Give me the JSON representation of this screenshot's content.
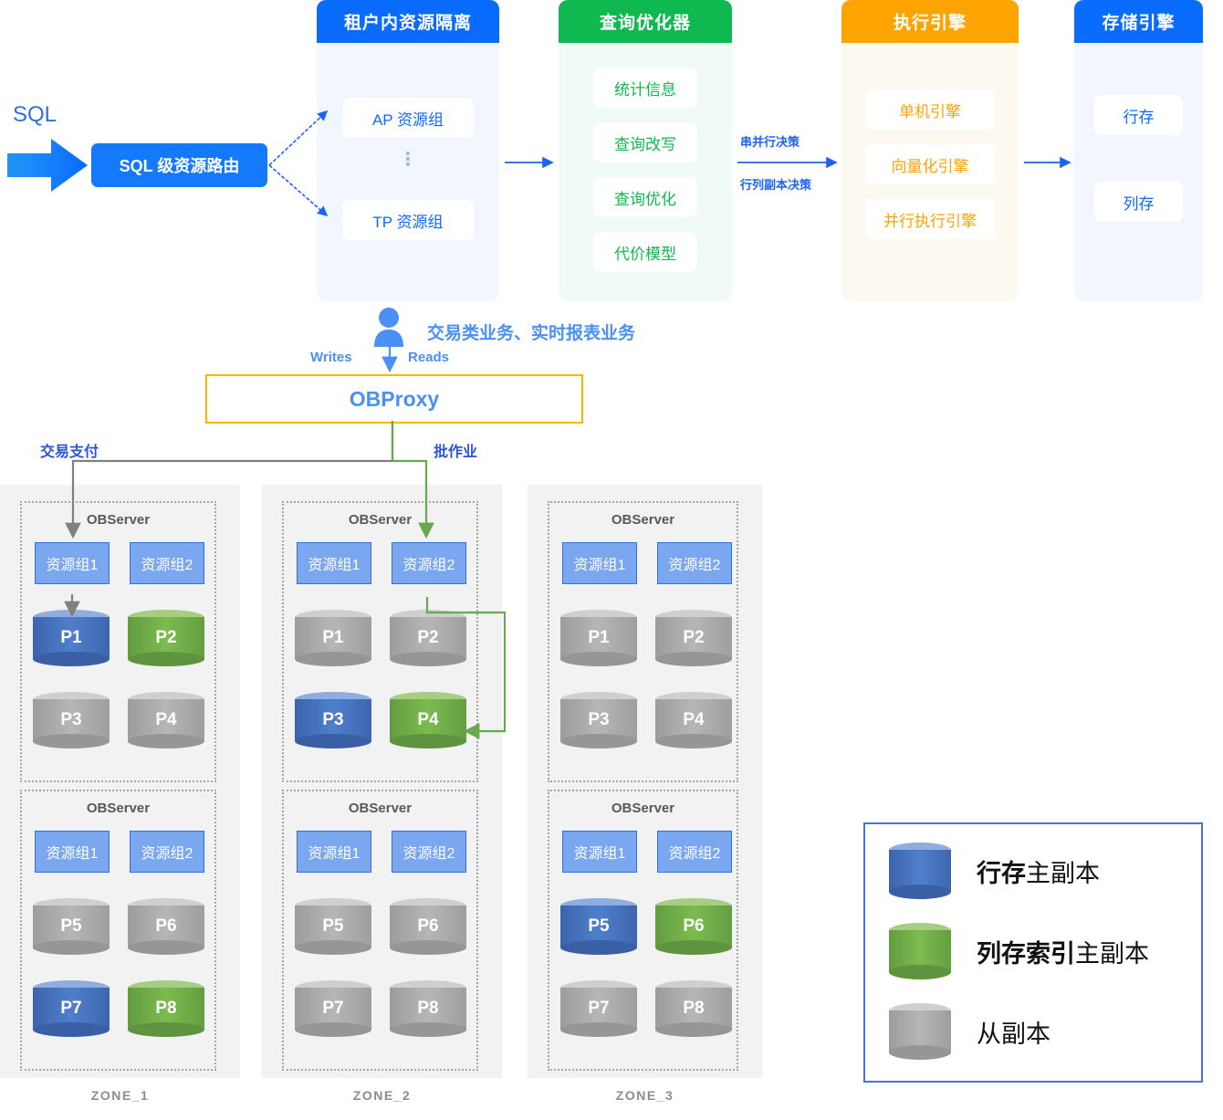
{
  "pipeline": {
    "sql_label": "SQL",
    "route_box": "SQL 级资源路由",
    "columns": [
      {
        "title": "租户内资源隔离",
        "items": [
          "AP 资源组",
          "TP 资源组"
        ],
        "ellipsis": "⋮"
      },
      {
        "title": "查询优化器",
        "items": [
          "统计信息",
          "查询改写",
          "查询优化",
          "代价模型"
        ]
      },
      {
        "title": "执行引擎",
        "items": [
          "单机引擎",
          "向量化引擎",
          "并行执行引擎"
        ]
      },
      {
        "title": "存储引擎",
        "items": [
          "行存",
          "列存"
        ]
      }
    ],
    "arrow_labels": {
      "top": "串并行决策",
      "bottom": "行列副本决策"
    }
  },
  "proxy": {
    "user_workload": "交易类业务、实时报表业务",
    "writes": "Writes",
    "reads": "Reads",
    "title": "OBProxy",
    "flow_left": "交易支付",
    "flow_right": "批作业"
  },
  "zones": [
    {
      "name": "ZONE_1",
      "servers": [
        {
          "title": "OBServer",
          "groups": [
            "资源组1",
            "资源组2"
          ],
          "partitions": [
            {
              "label": "P1",
              "color": "blue"
            },
            {
              "label": "P2",
              "color": "green"
            },
            {
              "label": "P3",
              "color": "gray"
            },
            {
              "label": "P4",
              "color": "gray"
            }
          ]
        },
        {
          "title": "OBServer",
          "groups": [
            "资源组1",
            "资源组2"
          ],
          "partitions": [
            {
              "label": "P5",
              "color": "gray"
            },
            {
              "label": "P6",
              "color": "gray"
            },
            {
              "label": "P7",
              "color": "blue"
            },
            {
              "label": "P8",
              "color": "green"
            }
          ]
        }
      ]
    },
    {
      "name": "ZONE_2",
      "servers": [
        {
          "title": "OBServer",
          "groups": [
            "资源组1",
            "资源组2"
          ],
          "partitions": [
            {
              "label": "P1",
              "color": "gray"
            },
            {
              "label": "P2",
              "color": "gray"
            },
            {
              "label": "P3",
              "color": "blue"
            },
            {
              "label": "P4",
              "color": "green"
            }
          ]
        },
        {
          "title": "OBServer",
          "groups": [
            "资源组1",
            "资源组2"
          ],
          "partitions": [
            {
              "label": "P5",
              "color": "gray"
            },
            {
              "label": "P6",
              "color": "gray"
            },
            {
              "label": "P7",
              "color": "gray"
            },
            {
              "label": "P8",
              "color": "gray"
            }
          ]
        }
      ]
    },
    {
      "name": "ZONE_3",
      "servers": [
        {
          "title": "OBServer",
          "groups": [
            "资源组1",
            "资源组2"
          ],
          "partitions": [
            {
              "label": "P1",
              "color": "gray"
            },
            {
              "label": "P2",
              "color": "gray"
            },
            {
              "label": "P3",
              "color": "gray"
            },
            {
              "label": "P4",
              "color": "gray"
            }
          ]
        },
        {
          "title": "OBServer",
          "groups": [
            "资源组1",
            "资源组2"
          ],
          "partitions": [
            {
              "label": "P5",
              "color": "blue"
            },
            {
              "label": "P6",
              "color": "green"
            },
            {
              "label": "P7",
              "color": "gray"
            },
            {
              "label": "P8",
              "color": "gray"
            }
          ]
        }
      ]
    }
  ],
  "legend": [
    {
      "color": "blue",
      "bold": "行存",
      "rest": "主副本"
    },
    {
      "color": "green",
      "bold": "列存索引",
      "rest": "主副本"
    },
    {
      "color": "gray",
      "bold": "",
      "rest": "从副本"
    }
  ],
  "colors": {
    "brand_blue": "#0a6cff",
    "green": "#10b94f",
    "orange": "#fda400",
    "proxy_border": "#f5b800",
    "replica_primary": "#4472C4",
    "replica_columnar": "#70AD47",
    "replica_follower": "#aaaaaa"
  }
}
